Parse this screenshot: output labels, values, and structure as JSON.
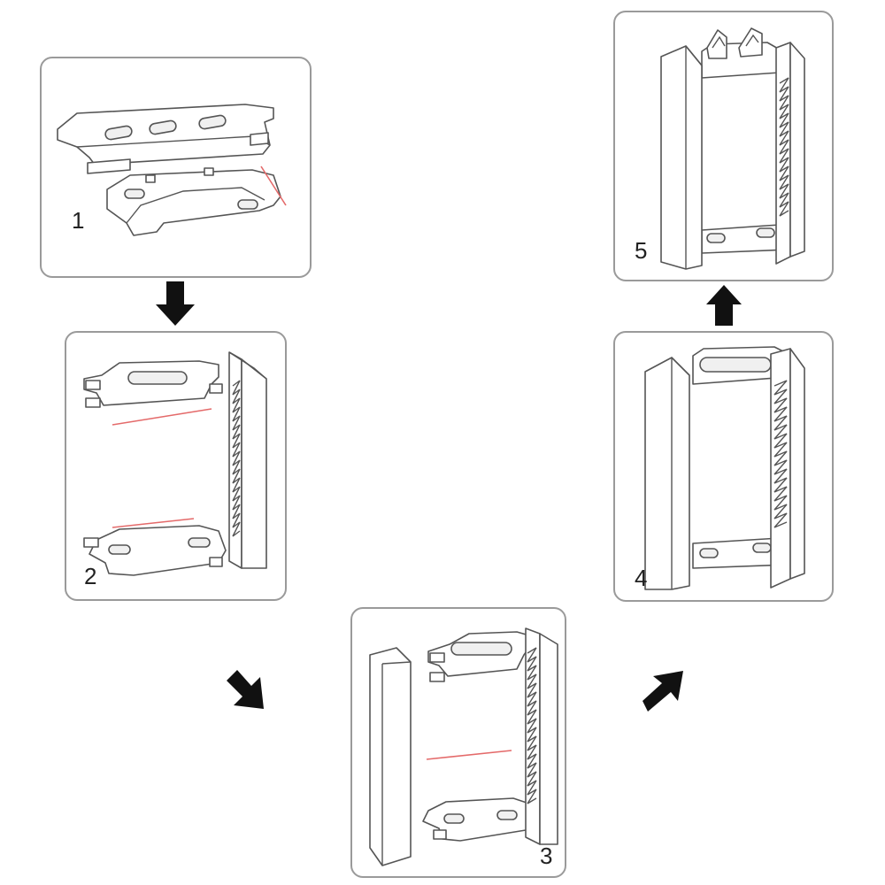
{
  "colors": {
    "guide_line": "#e46a6a",
    "arrow": "#111111",
    "panel_border": "#9a9a9a"
  },
  "steps": [
    {
      "number": "1"
    },
    {
      "number": "2"
    },
    {
      "number": "3"
    },
    {
      "number": "4"
    },
    {
      "number": "5"
    }
  ],
  "arrows": [
    {
      "name": "arrow-down-icon"
    },
    {
      "name": "arrow-down-right-icon"
    },
    {
      "name": "arrow-up-right-icon"
    },
    {
      "name": "arrow-up-icon"
    }
  ]
}
